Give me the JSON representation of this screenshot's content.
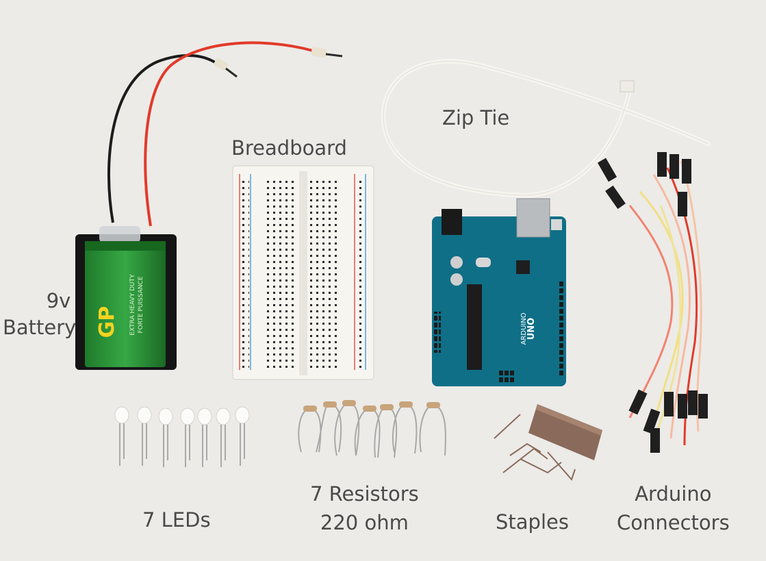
{
  "labels": {
    "zip_tie": "Zip Tie",
    "breadboard": "Breadboard",
    "battery_line1": "9v",
    "battery_line2": "Battery",
    "leds": "7 LEDs",
    "resistors_line1": "7 Resistors",
    "resistors_line2": "220 ohm",
    "staples": "Staples",
    "connectors_line1": "Arduino",
    "connectors_line2": "Connectors"
  },
  "battery_text": {
    "brand": "GP",
    "line1": "EXTRA HEAVY DUTY",
    "line2": "FORTE PUISSANCE"
  },
  "arduino_text": {
    "brand": "ARDUINO",
    "model": "UNO"
  },
  "colors": {
    "background": "#ecebe8",
    "label_text": "#4a4a4a",
    "battery_green": "#2f9a3c",
    "board_teal": "#0f6f87",
    "wire_red": "#e23a2a",
    "wire_yellow": "#f2df82",
    "staples_copper": "#8a6a5a"
  }
}
